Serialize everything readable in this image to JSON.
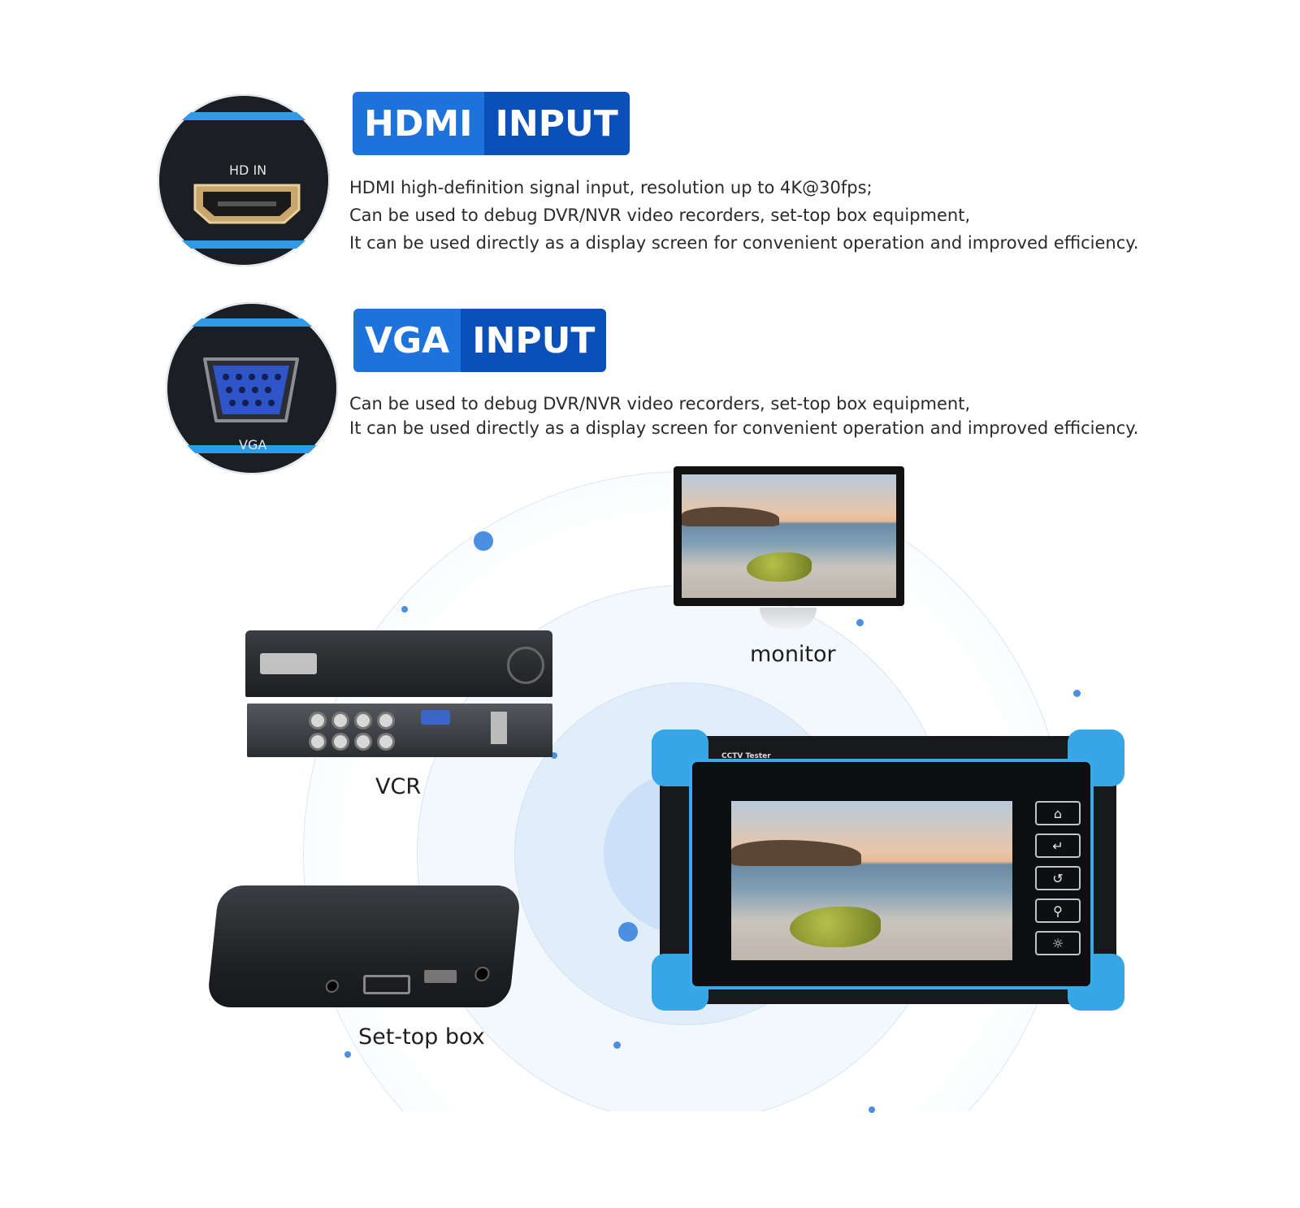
{
  "hdmi": {
    "badge_left": "HDMI",
    "badge_right": "INPUT",
    "port_label": "HD IN",
    "lines": [
      "HDMI high-definition signal input, resolution up to 4K@30fps;",
      "Can be used to debug DVR/NVR video recorders, set-top box equipment,",
      "It can be used directly as a display screen for convenient operation and improved efficiency."
    ]
  },
  "vga": {
    "badge_left": "VGA",
    "badge_right": "INPUT",
    "port_label": "VGA",
    "lines": [
      "Can be used to debug DVR/NVR video recorders, set-top box equipment,",
      "It can be used directly as a display screen for convenient operation and improved efficiency."
    ]
  },
  "diagram": {
    "monitor_label": "monitor",
    "vcr_label": "VCR",
    "stb_label": "Set-top box",
    "tester_title": "CCTV Tester"
  },
  "tester_buttons": [
    {
      "icon": "home-icon",
      "glyph": "⌂"
    },
    {
      "icon": "enter-icon",
      "glyph": "↵"
    },
    {
      "icon": "back-icon",
      "glyph": "↺"
    },
    {
      "icon": "zoom-icon",
      "glyph": "⚲"
    },
    {
      "icon": "light-icon",
      "glyph": "☼"
    }
  ],
  "colors": {
    "badge_light": "#1d73db",
    "badge_dark": "#0b4fb8",
    "accent_blue": "#35a6e6"
  }
}
